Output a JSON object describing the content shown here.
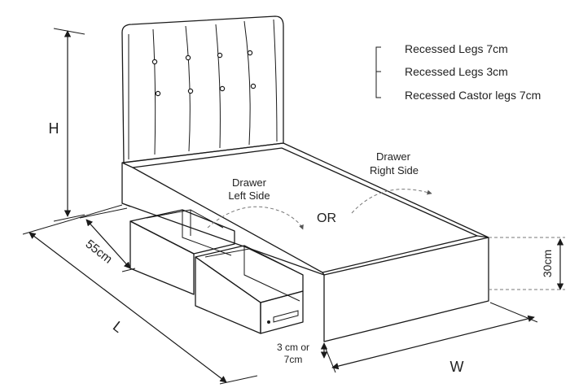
{
  "legend": {
    "items": [
      "Recessed Legs 7cm",
      "Recessed Legs 3cm",
      "Recessed Castor legs 7cm"
    ]
  },
  "labels": {
    "drawer_right": [
      "Drawer",
      "Right Side"
    ],
    "drawer_left": [
      "Drawer",
      "Left Side"
    ],
    "or": "OR",
    "height": "H",
    "length": "L",
    "width": "W",
    "drawer_depth": "55cm",
    "base_height": "30cm",
    "leg_height": [
      "3 cm or",
      "7cm"
    ]
  },
  "colors": {
    "line": "#1a1a1a",
    "fill": "#ffffff",
    "shade": "#f3f0ea",
    "dashed": "#777777"
  }
}
